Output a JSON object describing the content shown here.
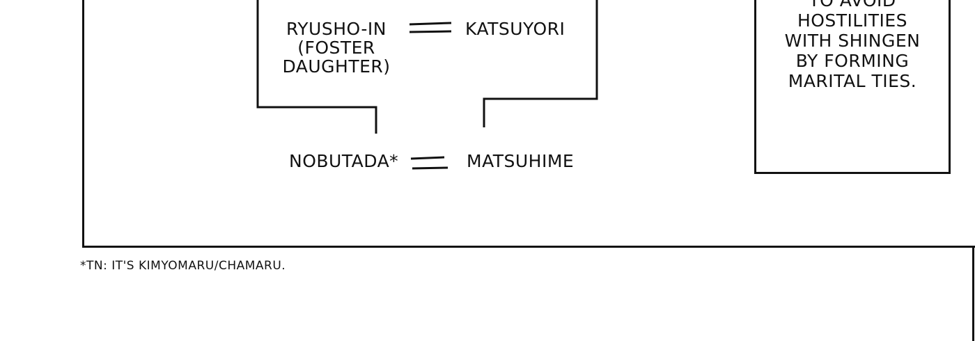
{
  "family_tree": {
    "ryusho_in": [
      "RYUSHO-IN",
      "(FOSTER",
      "DAUGHTER)"
    ],
    "katsuyori": "KATSUYORI",
    "nobutada": "NOBUTADA*",
    "matsuhime": "MATSUHIME"
  },
  "side_note": {
    "lines": [
      "TO AVOID",
      "HOSTILITIES",
      "WITH SHINGEN",
      "BY FORMING",
      "MARITAL TIES."
    ]
  },
  "footnote": "*TN: IT'S KIMYOMARU/CHAMARU."
}
